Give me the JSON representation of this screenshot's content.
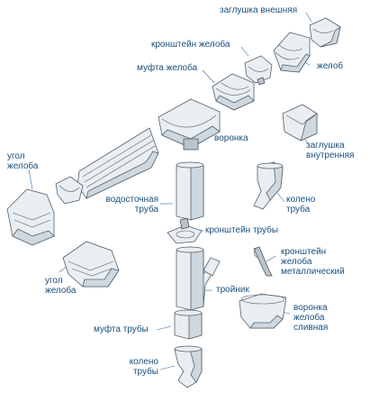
{
  "labels": {
    "end_cap_outer": "заглушка внешняя",
    "gutter_bracket": "кронштейн желоба",
    "gutter_coupling": "муфта желоба",
    "gutter": "желоб",
    "funnel": "воронка",
    "end_cap_inner": "заглушка\nвнутренняя",
    "corner_top": "угол\nжелоба",
    "downpipe": "водосточная\nтруба",
    "elbow_right": "колено\nтруба",
    "pipe_bracket": "кронштейн трубы",
    "metal_bracket": "кронштейн\nжелоба\nметаллический",
    "corner_bottom": "угол\nжелоба",
    "tee": "тройник",
    "drain_funnel": "воронка\nжелоба\nсливная",
    "pipe_coupling": "муфта трубы",
    "elbow_bottom": "колено\nтрубы"
  },
  "colors": {
    "label_text": "#1a4f7d",
    "part_fill": "#e9eef2",
    "part_outline": "#55606a"
  }
}
